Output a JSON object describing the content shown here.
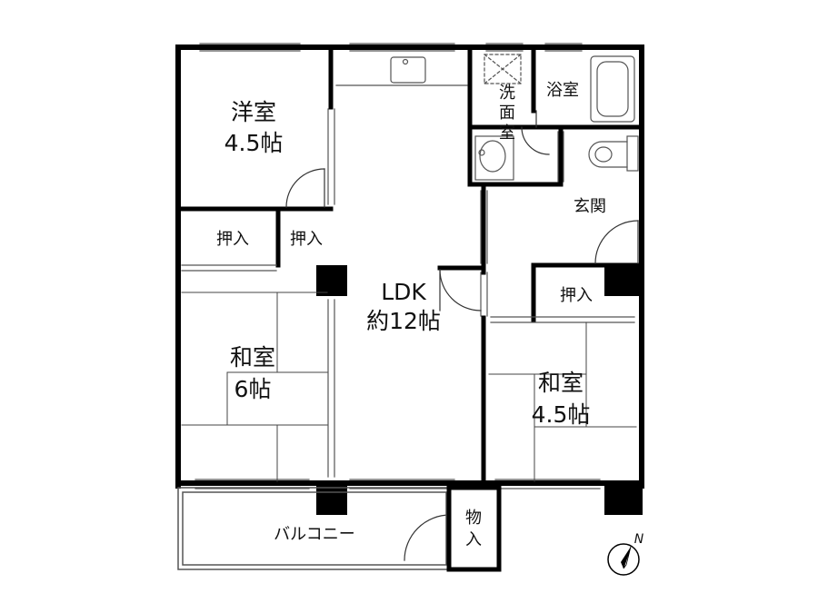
{
  "rooms": {
    "western": {
      "name": "洋室",
      "size": "4.5帖"
    },
    "ldk": {
      "name": "LDK",
      "size": "約12帖"
    },
    "washroom": {
      "name": [
        "洗",
        "面",
        "室"
      ]
    },
    "bath": {
      "name": "浴室"
    },
    "entrance": {
      "name": "玄関"
    },
    "japanese_6": {
      "name": "和室",
      "size": "6帖"
    },
    "japanese_45": {
      "name": "和室",
      "size": "4.5帖"
    },
    "balcony": {
      "name": "バルコニー"
    },
    "storage": {
      "name": [
        "物",
        "入"
      ]
    }
  },
  "closets": {
    "west_1": "押入",
    "west_2": "押入",
    "east": "押入"
  },
  "compass": {
    "label": "N"
  },
  "colors": {
    "wall": "#000000",
    "line": "#555555",
    "background": "#ffffff"
  }
}
